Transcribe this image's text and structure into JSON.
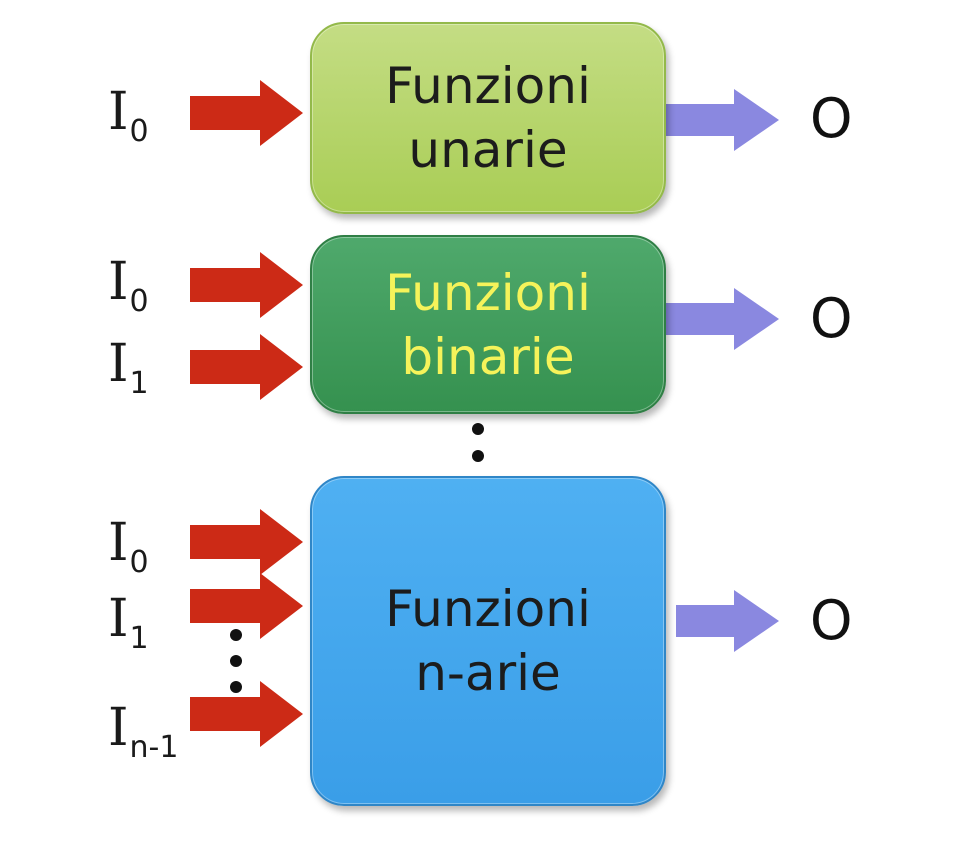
{
  "diagram": {
    "boxes": [
      {
        "id": "unary",
        "line1": "Funzioni",
        "line2": "unarie",
        "fill": "#b6d56c",
        "text_color": "#1c1c1c"
      },
      {
        "id": "binary",
        "line1": "Funzioni",
        "line2": "binarie",
        "fill": "#3e9d5b",
        "text_color": "#f5f35a"
      },
      {
        "id": "nary",
        "line1": "Funzioni",
        "line2": "n-arie",
        "fill": "#45a7ee",
        "text_color": "#1c1c1c"
      }
    ],
    "inputs": {
      "unary": [
        {
          "base": "I",
          "sub": "0"
        }
      ],
      "binary": [
        {
          "base": "I",
          "sub": "0"
        },
        {
          "base": "I",
          "sub": "1"
        }
      ],
      "nary": [
        {
          "base": "I",
          "sub": "0"
        },
        {
          "base": "I",
          "sub": "1"
        },
        {
          "base": "I",
          "sub": "n-1"
        }
      ]
    },
    "output_label": "O",
    "input_arrow_color": "#cc2a16",
    "output_arrow_color": "#8a88e0"
  }
}
